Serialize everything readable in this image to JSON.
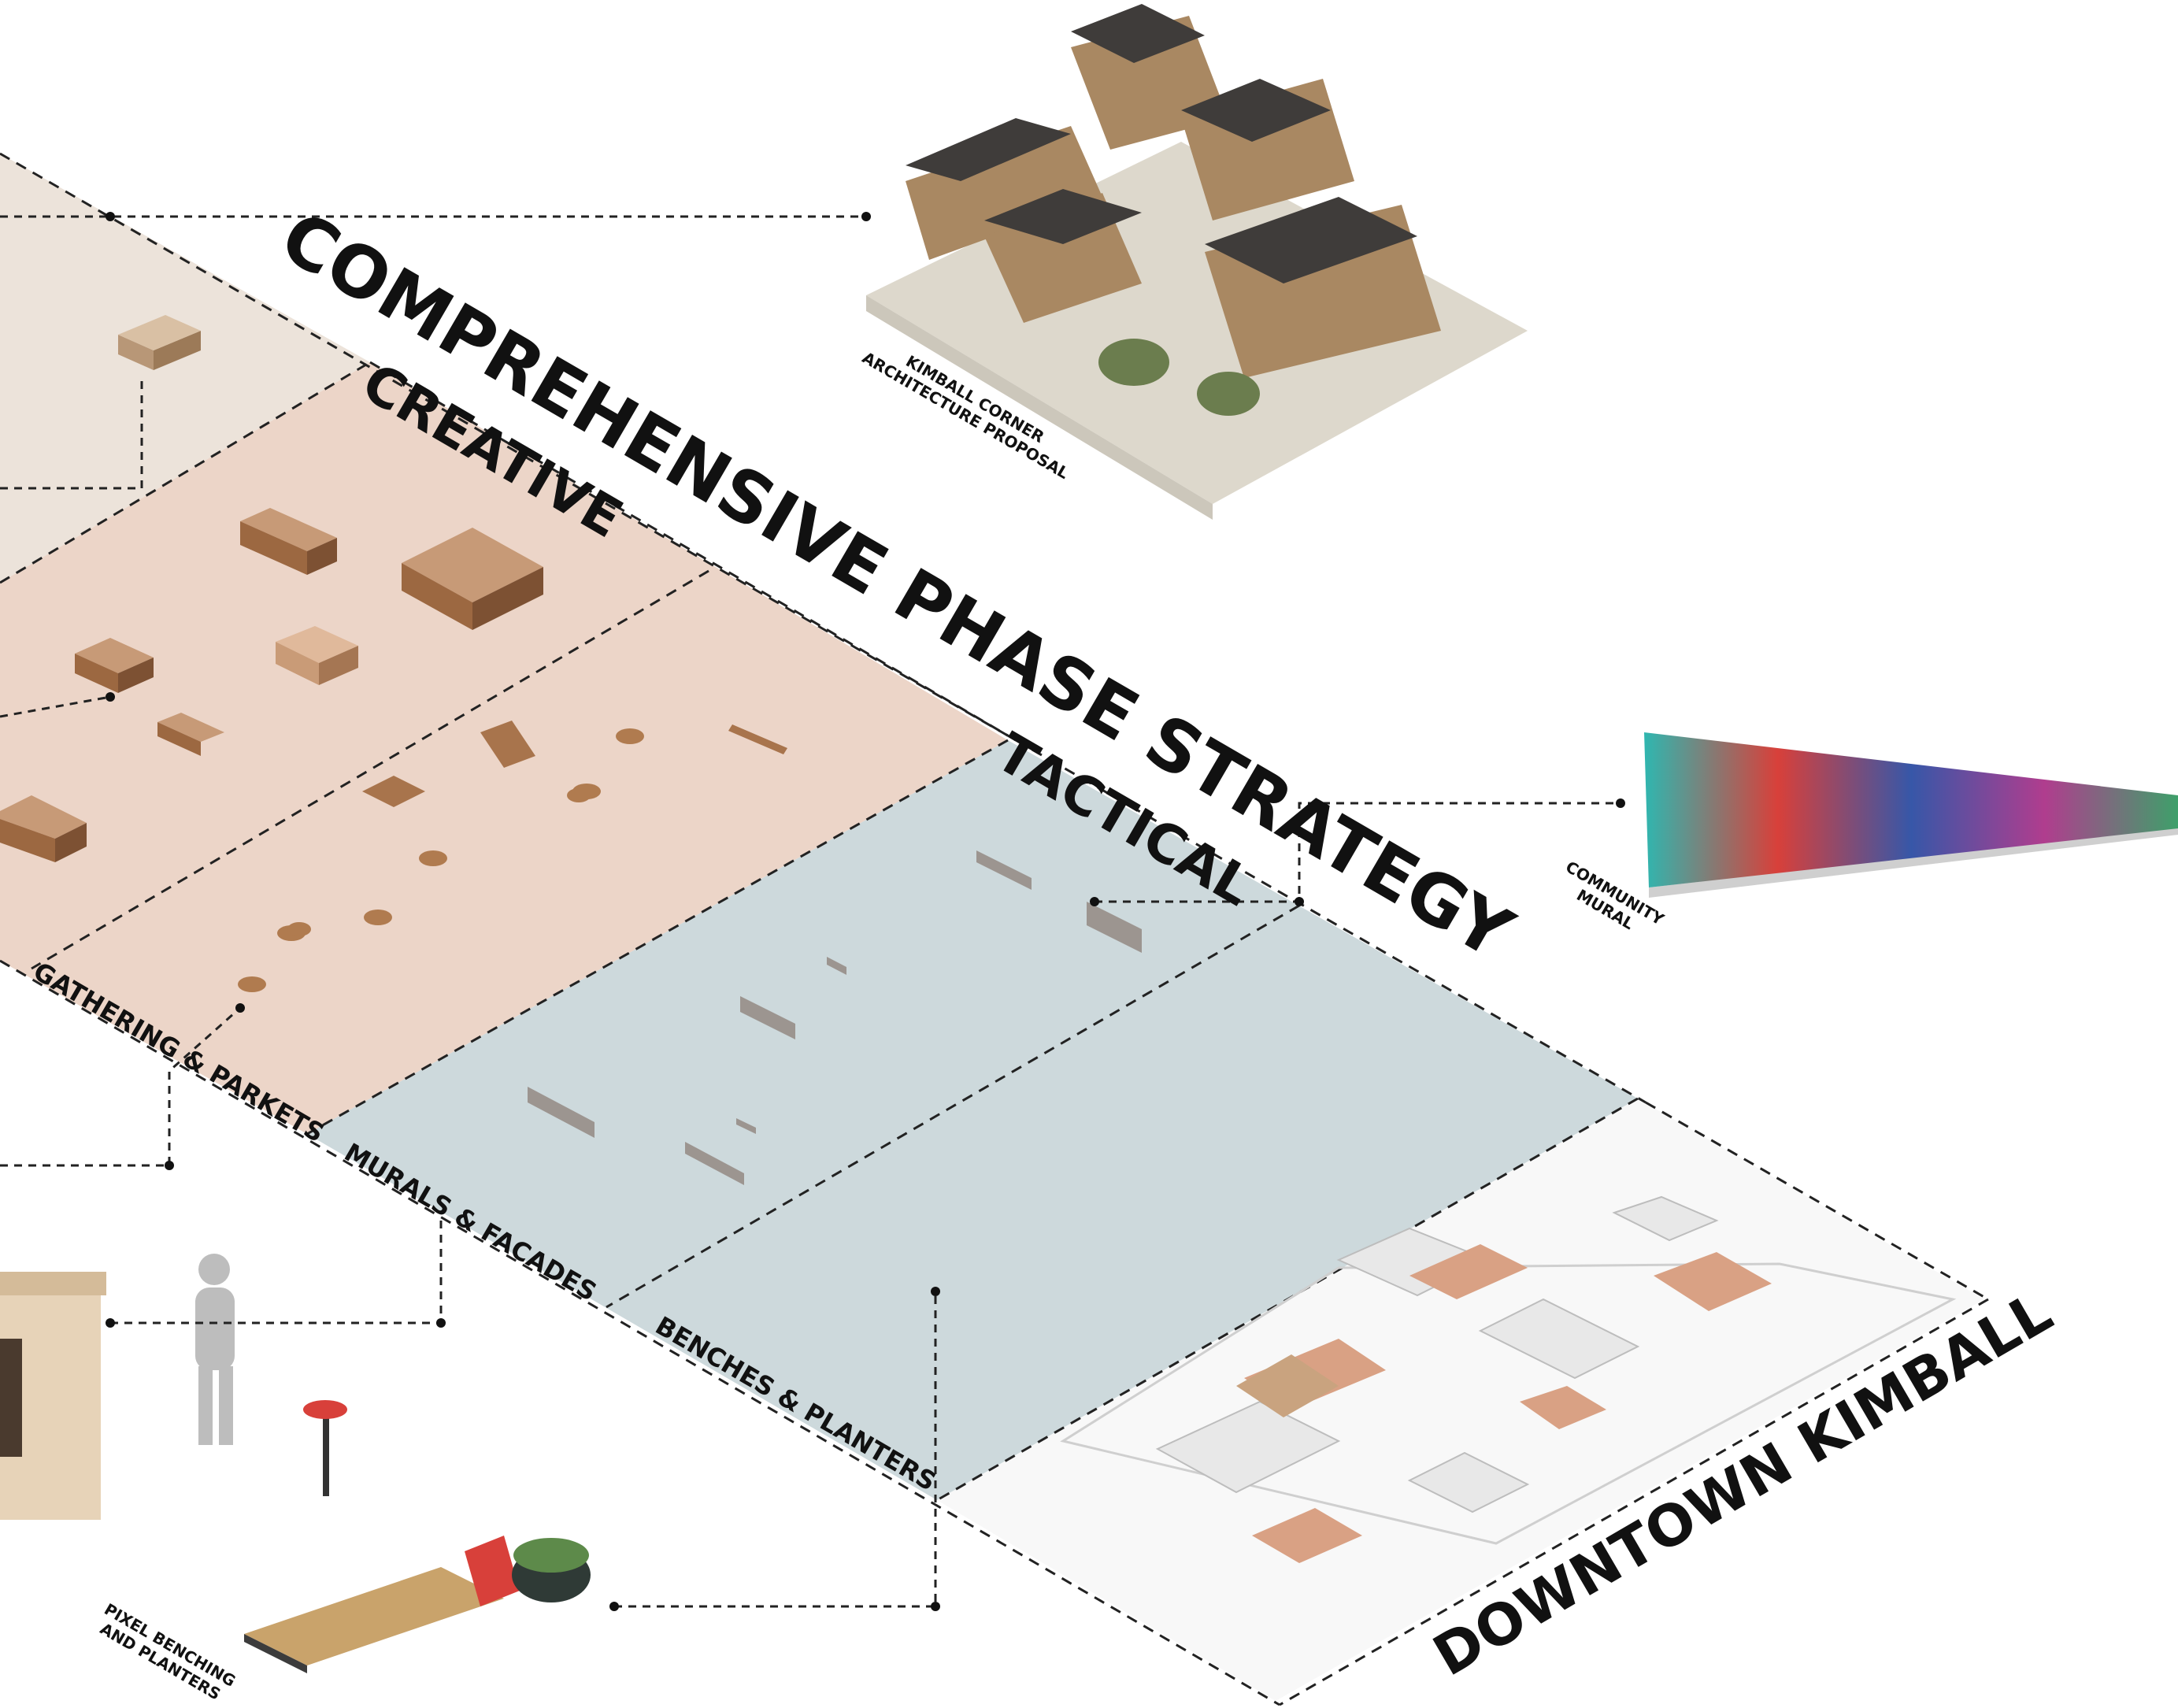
{
  "title": "COMPREHENSIVE PHASE STRATEGY",
  "phases": {
    "creative": "CREATIVE",
    "tactical": "TACTICAL"
  },
  "base": {
    "label": "DOWNTOWN KIMBALL"
  },
  "strategies": {
    "gathering": "GATHERING & PARKETS",
    "murals": "MURALS & FACADES",
    "benches": "BENCHES & PLANTERS"
  },
  "callouts": {
    "architecture": [
      "KIMBALL CORNER",
      "ARCHITECTURE PROPOSAL"
    ],
    "mural": [
      "COMMUNITY",
      "MURAL"
    ],
    "benches": [
      "PIXEL BENCHING",
      "AND PLANTERS"
    ]
  },
  "colors": {
    "comprehensive_layer": "#ece3da",
    "creative_layer": "#ecd5c8",
    "tactical_layer": "#cdd9dc",
    "base_layer": "#f7f7f7",
    "building_brown": "#9c6841",
    "building_tan": "#c79a77",
    "accent_red": "#d8403a"
  }
}
